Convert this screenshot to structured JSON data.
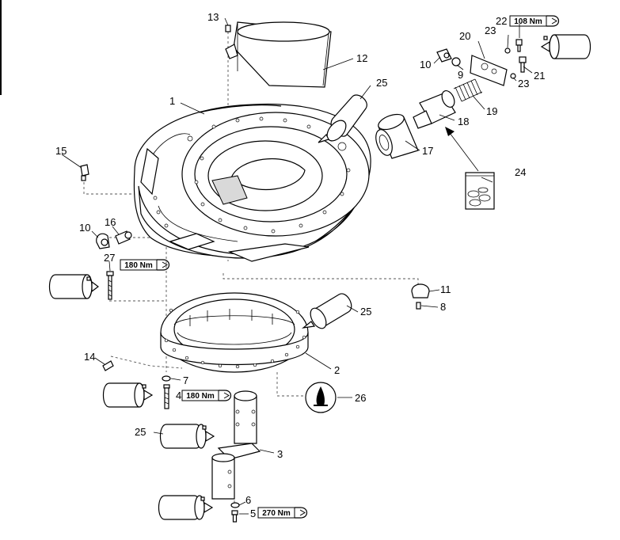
{
  "diagram": {
    "part_labels": {
      "p1": "1",
      "p2": "2",
      "p3": "3",
      "p4": "4",
      "p5": "5",
      "p6": "6",
      "p7": "7",
      "p8": "8",
      "p9": "9",
      "p10a": "10",
      "p10b": "10",
      "p11": "11",
      "p12": "12",
      "p13": "13",
      "p14": "14",
      "p15": "15",
      "p16": "16",
      "p17": "17",
      "p18": "18",
      "p19": "19",
      "p20": "20",
      "p21": "21",
      "p22": "22",
      "p23a": "23",
      "p23b": "23",
      "p24": "24",
      "p25a": "25",
      "p25b": "25",
      "p25c": "25",
      "p26": "26",
      "p27": "27"
    },
    "torques": {
      "t108": "108 Nm",
      "t180a": "180 Nm",
      "t180b": "180 Nm",
      "t270": "270 Nm"
    }
  }
}
